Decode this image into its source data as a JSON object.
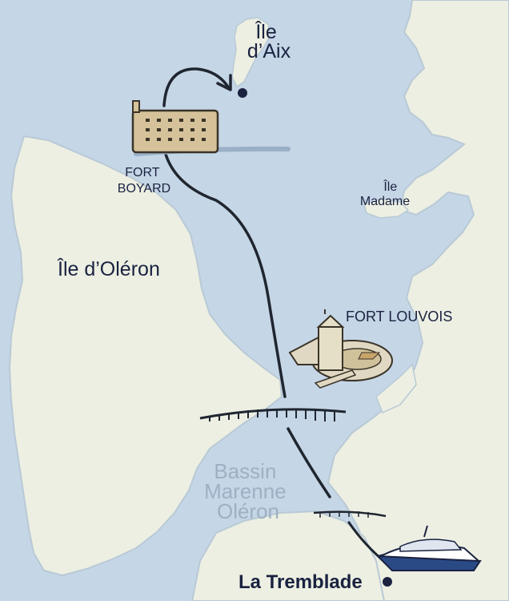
{
  "colors": {
    "sea": "#c5d6e6",
    "land": "#ecefe2",
    "land_edge": "#b9c9d6",
    "route": "#1f2630",
    "label": "#1a2240",
    "water_label": "#9eb0c4",
    "fort": "#d6c29a",
    "ferry": "#2a4a86"
  },
  "labels": {
    "ile_aix": [
      "Île",
      "d’Aix"
    ],
    "fort_boyard": [
      "FORT",
      "BOYARD"
    ],
    "ile_madame": [
      "Île",
      "Madame"
    ],
    "ile_oleron": "Île d’Oléron",
    "fort_louvois": "FORT LOUVOIS",
    "bassin": [
      "Bassin",
      "Marenne",
      "Oléron"
    ],
    "la_tremblade": "La Tremblade"
  },
  "icons": {
    "fort_boyard": "fort-boyard-illustration",
    "fort_louvois": "fort-louvois-illustration",
    "ferry": "ferry-boat-illustration",
    "bridge": "bridge-icon",
    "dot": "location-dot-icon"
  }
}
